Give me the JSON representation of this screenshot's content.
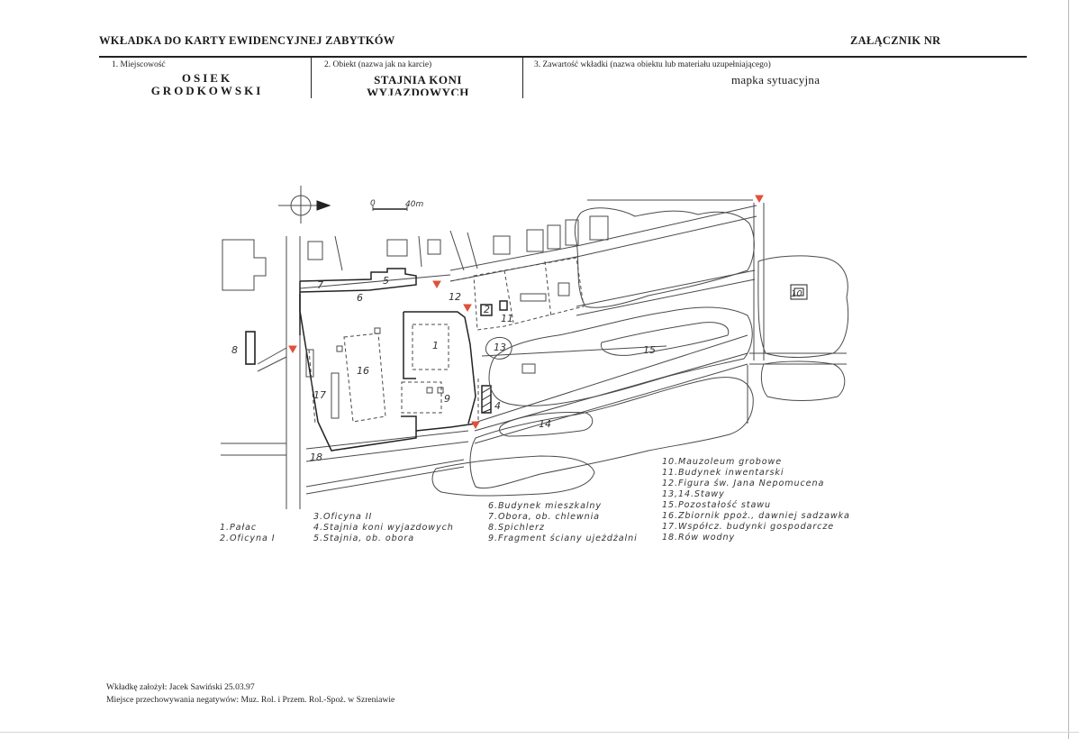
{
  "header": {
    "title": "WKŁADKA DO KARTY EWIDENCYJNEJ ZABYTKÓW",
    "attachment": "ZAŁĄCZNIK NR"
  },
  "fields": {
    "place_label": "1. Miejscowość",
    "place_line1": "OSIEK",
    "place_line2": "GRODKOWSKI",
    "object_label": "2. Obiekt (nazwa jak na karcie)",
    "object_line1": "STAJNIA KONI",
    "object_line2": "WYJAZDOWYCH",
    "content_label": "3. Zawartość wkładki (nazwa obiektu lub materiału uzupełniającego)",
    "content_value": "mapka sytuacyjna"
  },
  "map": {
    "scale_zero": "0",
    "scale_end": "40m",
    "numbers": [
      "1",
      "2",
      "4",
      "5",
      "6",
      "7",
      "8",
      "9",
      "10",
      "11",
      "12",
      "13",
      "14",
      "15",
      "16",
      "17",
      "18"
    ],
    "colors": {
      "line": "#4a4a4a",
      "marker": "#e0503a",
      "building": "#222222"
    }
  },
  "legend": {
    "col1": [
      "1.Pałac",
      "2.Oficyna I"
    ],
    "col2": [
      "3.Oficyna II",
      "4.Stajnia koni wyjazdowych",
      "5.Stajnia, ob. obora"
    ],
    "col3": [
      "6.Budynek mieszkalny",
      "7.Obora, ob. chlewnia",
      "8.Spichlerz",
      "9.Fragment ściany ujeżdżalni"
    ],
    "col4": [
      "10.Mauzoleum grobowe",
      "11.Budynek inwentarski",
      "12.Figura św. Jana Nepomucena",
      "13,14.Stawy",
      "15.Pozostałość stawu",
      "16.Zbiornik ppoż., dawniej sadzawka",
      "17.Współcz. budynki gospodarcze",
      "18.Rów wodny"
    ]
  },
  "footer": {
    "author": "Wkładkę założył: Jacek Sawiński 25.03.97",
    "storage": "Miejsce przechowywania negatywów: Muz. Rol. i Przem. Rol.-Spoż. w Szreniawie"
  }
}
